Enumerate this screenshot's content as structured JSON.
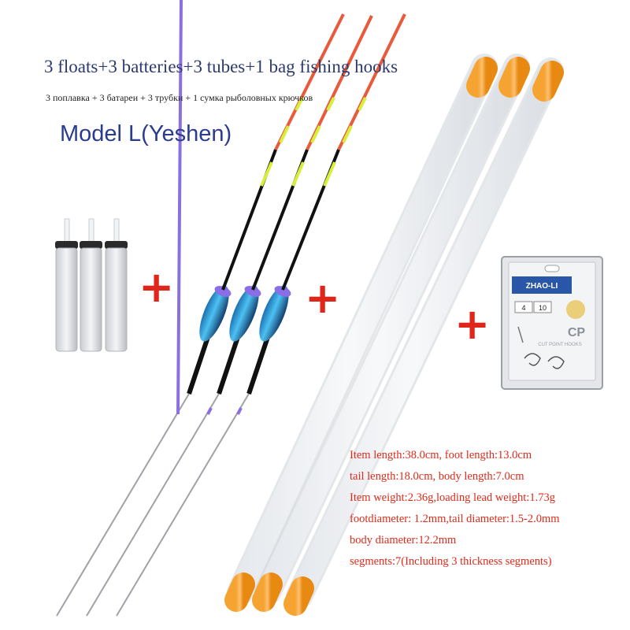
{
  "header": {
    "title_en": "3 floats+3 batteries+3 tubes+1 bag fishing hooks",
    "title_ru": "3 поплавка + 3 батареи + 3 трубки + 1 сумка рыболовных крючков",
    "model": "Model L(Yeshen)"
  },
  "plus_signs": [
    "+",
    "+",
    "+"
  ],
  "specs": [
    "Item length:38.0cm, foot length:13.0cm",
    "tail length:18.0cm, body length:7.0cm",
    "Item weight:2.36g,loading lead weight:1.73g",
    "footdiameter: 1.2mm,tail diameter:1.5-2.0mm",
    "body diameter:12.2mm",
    "segments:7(Including 3 thickness segments)"
  ],
  "package": {
    "brand": "ZHAO-LI",
    "size_label": "4",
    "count_label": "10",
    "logo_text": "CP",
    "hook_text": "CUT POINT HOOKS"
  },
  "colors": {
    "title": "#2c3a6e",
    "model": "#2b3c8e",
    "accent_red": "#e0251b",
    "float_tip_orange": "#f0502a",
    "float_tip_yellow": "#d8ef3a",
    "float_body_blue": "#36a8e6",
    "float_body_purple": "#7a5ae0",
    "tube_cap_orange": "#f59a1c"
  },
  "icons": {
    "batteries": "battery-icon",
    "floats": "fishing-float-icon",
    "tubes": "storage-tube-icon",
    "hooks": "hook-package-icon"
  }
}
